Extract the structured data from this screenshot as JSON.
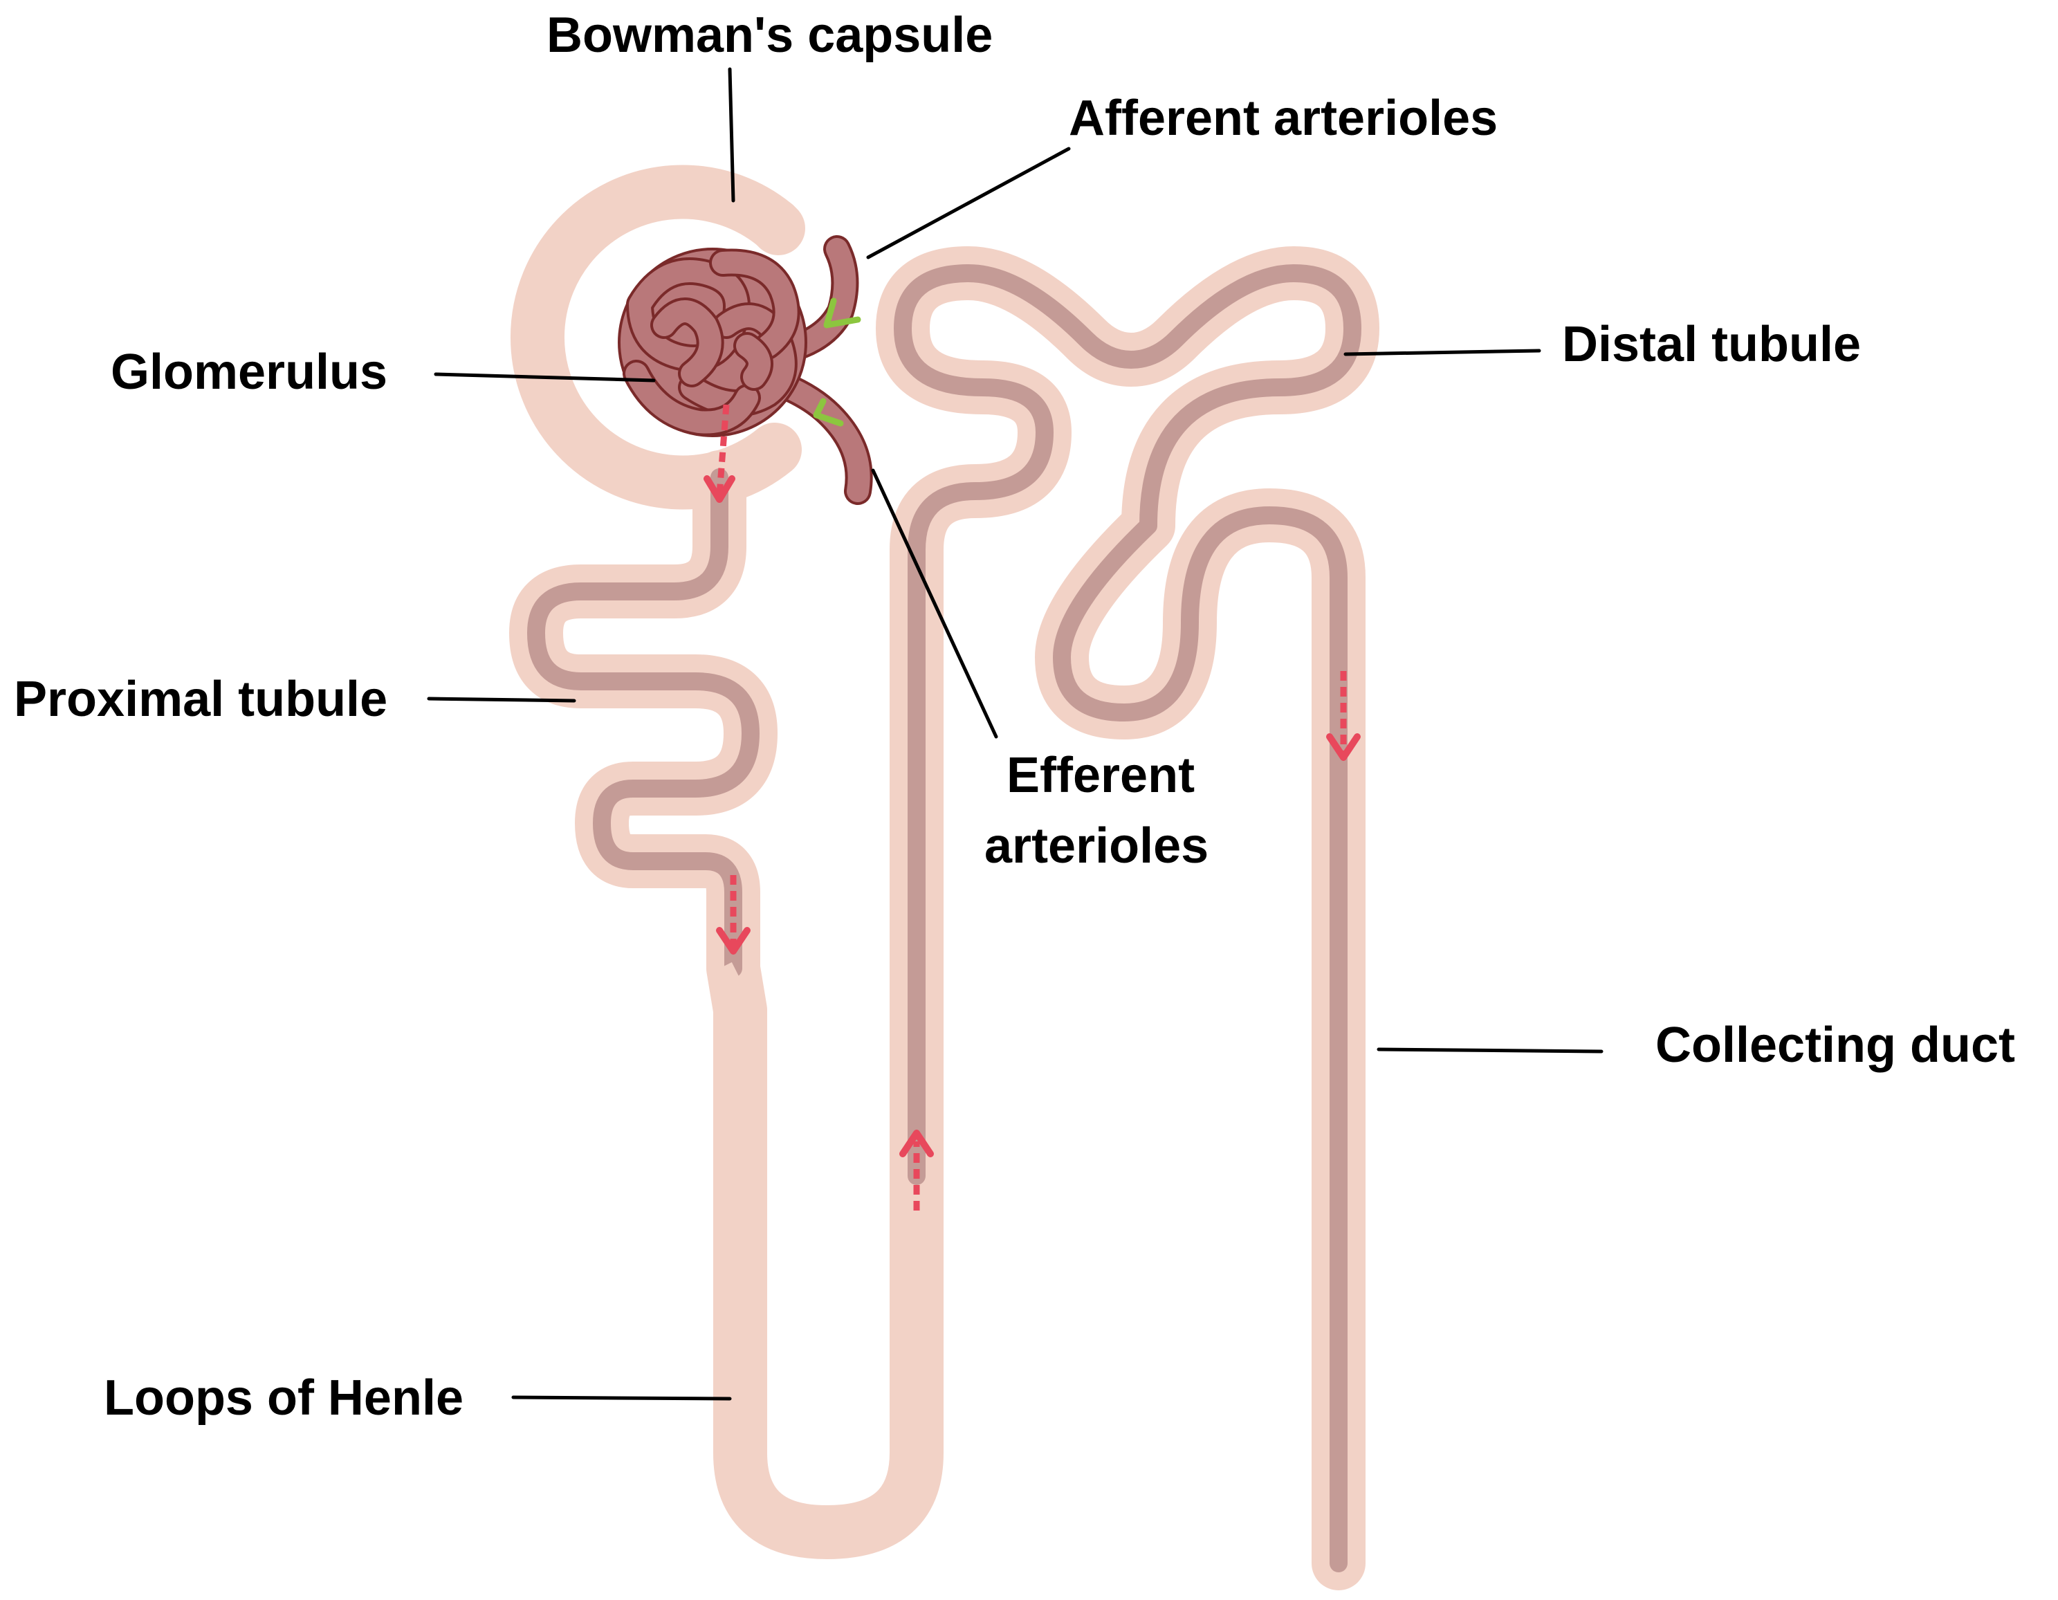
{
  "labels": {
    "bowmans_capsule": "Bowman's capsule",
    "afferent_arterioles": "Afferent arterioles",
    "glomerulus": "Glomerulus",
    "distal_tubule": "Distal tubule",
    "proximal_tubule": "Proximal tubule",
    "efferent_line1": "Efferent",
    "efferent_line2": "arterioles",
    "collecting_duct": "Collecting duct",
    "loops_of_henle": "Loops of Henle"
  },
  "colors": {
    "tubule_outer": "#f2d2c6",
    "tubule_inner": "#c49b96",
    "vessel_fill": "#b9787a",
    "vessel_outline": "#7a2a2a",
    "flow_arrow": "#e8485c",
    "flow_marker_green": "#8cc63f",
    "label_text": "#000000"
  }
}
